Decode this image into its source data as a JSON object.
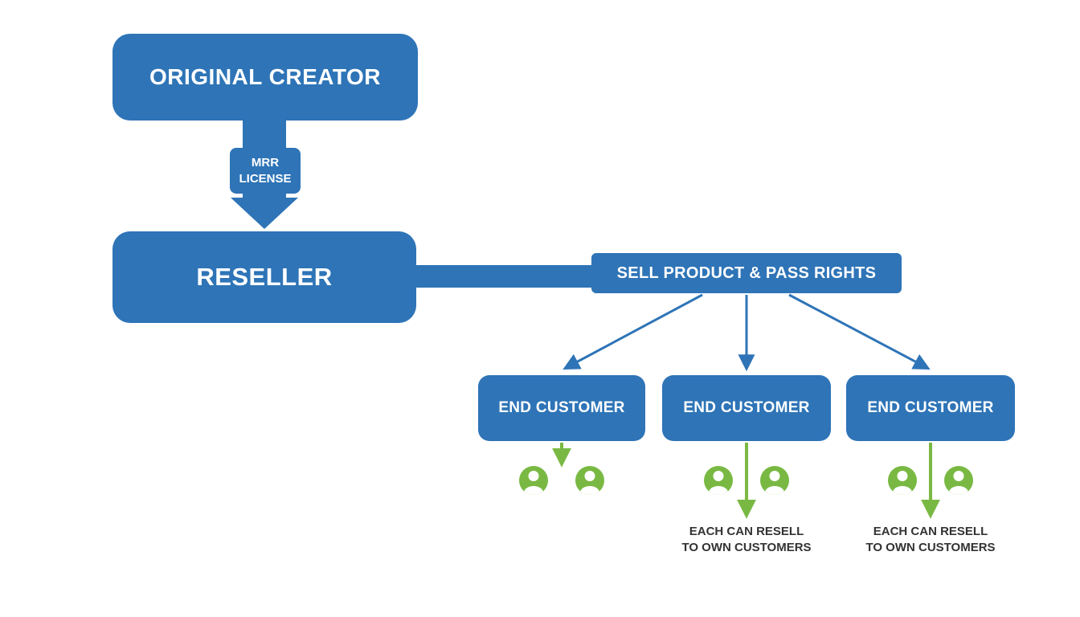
{
  "diagram": {
    "original_creator": {
      "label": "ORIGINAL CREATOR"
    },
    "mrr_license": {
      "line1": "MRR",
      "line2": "LICENSE"
    },
    "reseller": {
      "label": "RESELLER"
    },
    "sell_product": {
      "label": "SELL PRODUCT & PASS RIGHTS"
    },
    "end_customers": [
      {
        "label": "END CUSTOMER"
      },
      {
        "label": "END CUSTOMER",
        "note_line1": "EACH CAN RESELL",
        "note_line2": "TO OWN CUSTOMERS"
      },
      {
        "label": "END CUSTOMER",
        "note_line1": "EACH CAN RESELL",
        "note_line2": "TO OWN CUSTOMERS"
      }
    ]
  },
  "colors": {
    "primary_blue": "#2e74b7",
    "accent_green": "#79b943",
    "note_text": "#333333",
    "box_text": "#ffffff",
    "background": "#ffffff"
  }
}
